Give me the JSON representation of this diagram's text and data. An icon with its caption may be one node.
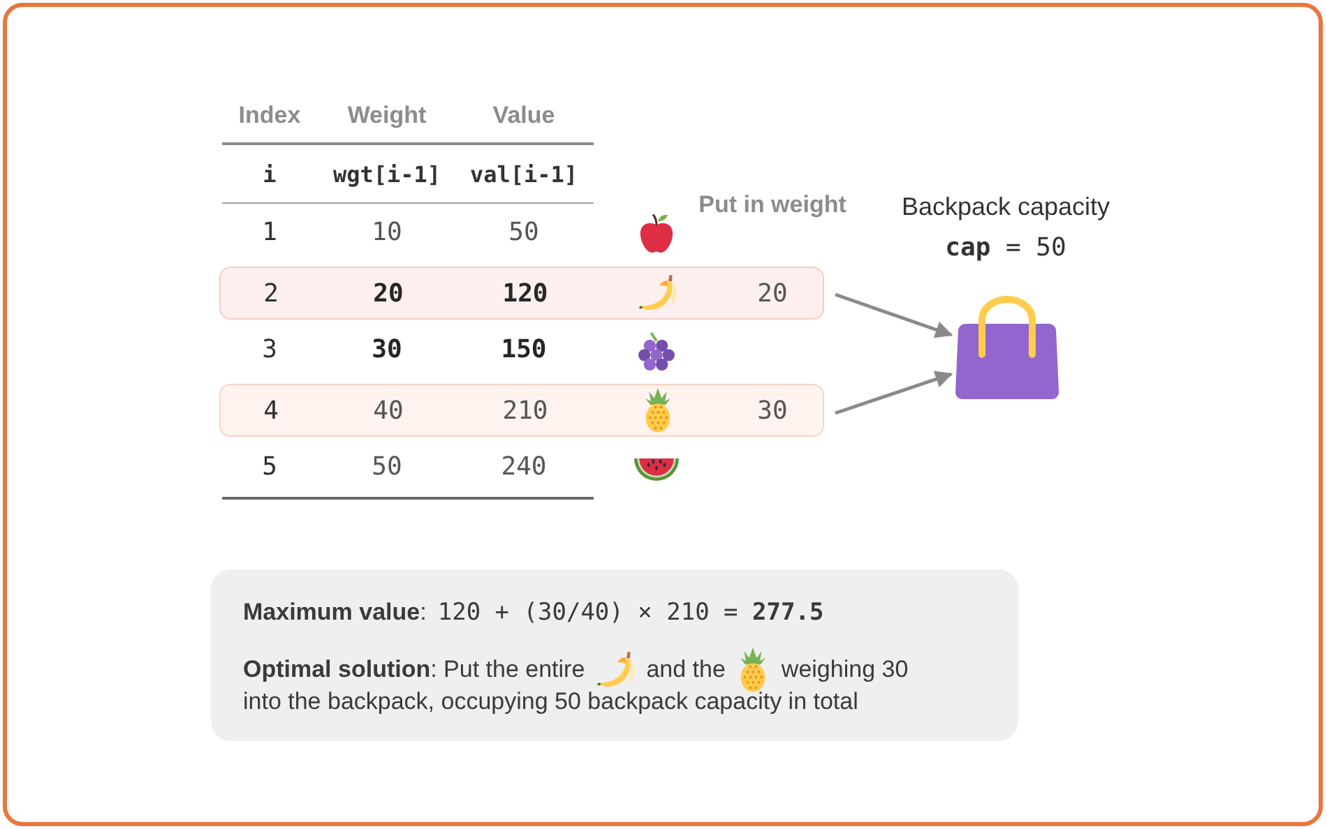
{
  "diagram": {
    "nodes": [
      {
        "text": [
          "2",
          "20",
          "120",
          "20"
        ]
      },
      {
        "text": [
          "4",
          "40",
          "210",
          "30"
        ]
      },
      {
        "text": [],
        "shape": "bag",
        "beside": [
          "Backpack capacity",
          "**cap** = 50"
        ]
      },
      {
        "text": [
          "**Maximum value**:",
          "120 + (30/40) × 210 = **277.5**",
          "**Optimal solution**: Put the entire",
          "and the",
          "weighing 30",
          "into the backpack, occupying 50 backpack capacity in total"
        ]
      }
    ],
    "edges": [
      {
        "from": 0,
        "to": 2,
        "arrow": "to"
      },
      {
        "from": 1,
        "to": 2,
        "arrow": "to"
      }
    ],
    "labels": [
      "Index",
      "Weight",
      "Value",
      "i",
      "wgt[i-1]",
      "val[i-1]",
      "Put in weight",
      "1",
      "10",
      "50",
      "3",
      "30",
      "150",
      "5",
      "50",
      "240"
    ]
  }
}
